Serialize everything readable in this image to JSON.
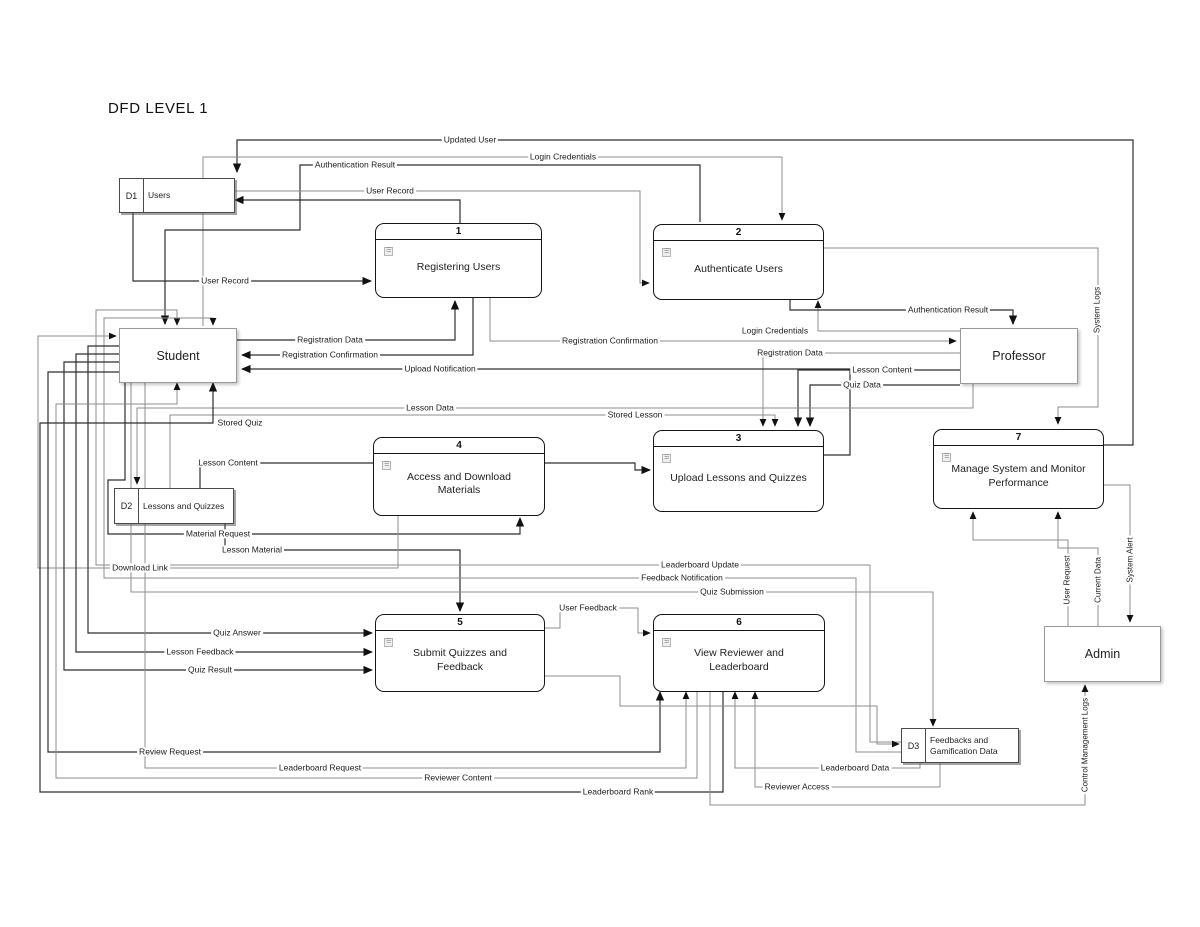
{
  "title": "DFD LEVEL 1",
  "diagram": {
    "process_icon": "☰",
    "entities": [
      {
        "label": "Student"
      },
      {
        "label": "Professor"
      },
      {
        "label": "Admin"
      }
    ],
    "processes": [
      {
        "number": "1",
        "name": "Registering Users"
      },
      {
        "number": "2",
        "name": "Authenticate Users"
      },
      {
        "number": "3",
        "name": "Upload Lessons and Quizzes"
      },
      {
        "number": "4",
        "name": "Access and Download Materials"
      },
      {
        "number": "5",
        "name": "Submit Quizzes and Feedback"
      },
      {
        "number": "6",
        "name": "View Reviewer and Leaderboard"
      },
      {
        "number": "7",
        "name": "Manage System and Monitor Performance"
      }
    ],
    "data_stores": [
      {
        "id": "D1",
        "name": "Users"
      },
      {
        "id": "D2",
        "name": "Lessons and Quizzes"
      },
      {
        "id": "D3",
        "name": "Feedbacks and Gamification Data"
      }
    ]
  },
  "flows": [
    "Updated User",
    "Login Credentials",
    "Authentication Result",
    "User Record",
    "User Record",
    "Registration Data",
    "Registration Confirmation",
    "Registration Confirmation",
    "Registration Data",
    "Login Credentials",
    "Authentication Result",
    "Upload Notification",
    "Lesson Content",
    "Quiz Data",
    "Lesson Data",
    "Stored Lesson",
    "Stored Quiz",
    "Lesson Content",
    "Material Request",
    "Lesson Material",
    "Download Link",
    "Leaderboard Update",
    "Feedback Notification",
    "Quiz Submission",
    "User Feedback",
    "Quiz Answer",
    "Lesson Feedback",
    "Quiz Result",
    "Review Request",
    "Leaderboard Request",
    "Reviewer Content",
    "Leaderboard Rank",
    "Leaderboard Data",
    "Reviewer Access",
    "System Logs",
    "User Request",
    "Current Data",
    "System Alert",
    "Control Management Logs"
  ]
}
